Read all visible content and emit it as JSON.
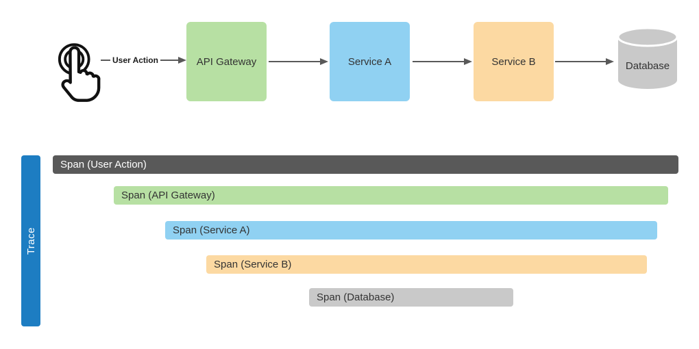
{
  "flow": {
    "source_icon": "tap-gesture-icon",
    "arrow_label": "User Action",
    "arrow_color": "#595959",
    "nodes": [
      {
        "label": "API Gateway",
        "shape": "rect",
        "color": "#b7e0a3"
      },
      {
        "label": "Service A",
        "shape": "rect",
        "color": "#90d1f2"
      },
      {
        "label": "Service B",
        "shape": "rect",
        "color": "#fcd9a2"
      },
      {
        "label": "Database",
        "shape": "cylinder",
        "color": "#c9c9c9"
      }
    ]
  },
  "trace": {
    "label": "Trace",
    "bar_color": "#1d7dc2",
    "label_color": "#ffffff",
    "spans": [
      {
        "label": "Span (User Action)",
        "color": "#595959",
        "text_color": "#ffffff"
      },
      {
        "label": "Span (API Gateway)",
        "color": "#b7e0a3",
        "text_color": "#333333"
      },
      {
        "label": "Span (Service A)",
        "color": "#90d1f2",
        "text_color": "#333333"
      },
      {
        "label": "Span (Service B)",
        "color": "#fcd9a2",
        "text_color": "#333333"
      },
      {
        "label": "Span (Database)",
        "color": "#c9c9c9",
        "text_color": "#333333"
      }
    ]
  }
}
